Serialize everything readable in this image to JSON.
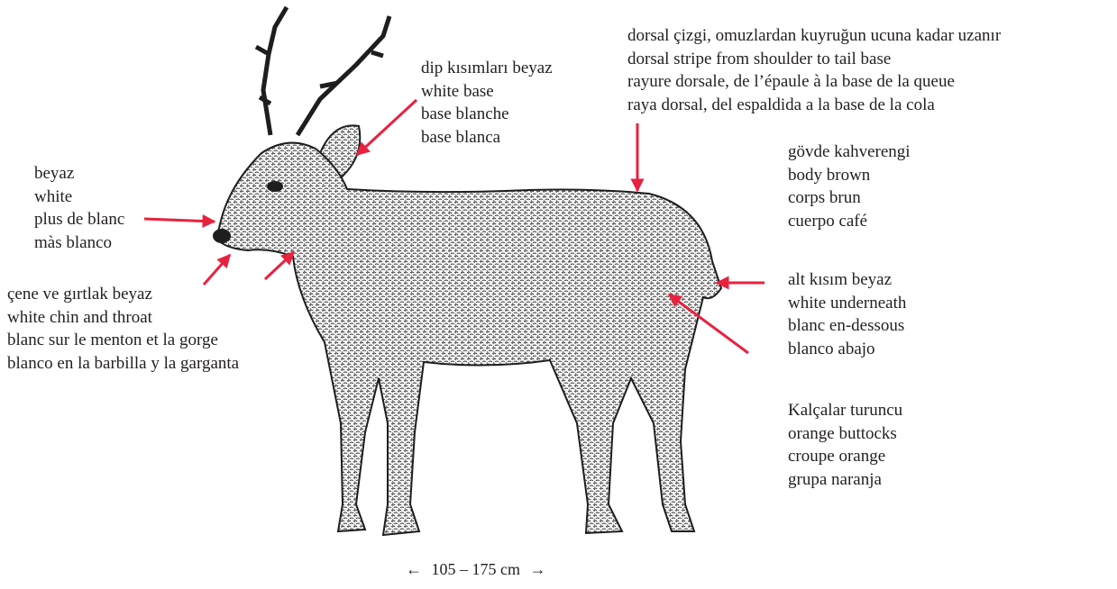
{
  "labels": {
    "muzzle": [
      "beyaz",
      "white",
      "plus de blanc",
      "màs blanco"
    ],
    "chin": [
      "çene ve gırtlak beyaz",
      "white chin and throat",
      "blanc sur le menton et la gorge",
      "blanco en la barbilla y la garganta"
    ],
    "ear": [
      "dip kısımları beyaz",
      "white base",
      "base blanche",
      "base blanca"
    ],
    "dorsal": [
      "dorsal çizgi, omuzlardan kuyruğun ucuna kadar uzanır",
      "dorsal stripe from shoulder to tail base",
      "rayure dorsale, de l’épaule à la base de la queue",
      "raya dorsal, del espaldida a la base de la cola"
    ],
    "body": [
      "gövde kahverengi",
      "body brown",
      "corps brun",
      "cuerpo café"
    ],
    "tail": [
      "alt kısım beyaz",
      "white underneath",
      "blanc en-dessous",
      "blanco abajo"
    ],
    "buttocks": [
      "Kalçalar turuncu",
      "orange buttocks",
      "croupe orange",
      "grupa naranja"
    ]
  },
  "scale": {
    "left_arrow": "←",
    "text": "105 – 175 cm",
    "right_arrow": "→"
  },
  "colors": {
    "arrow": "#e8213f",
    "ink": "#231f20"
  },
  "illustration": "deer-illustration"
}
